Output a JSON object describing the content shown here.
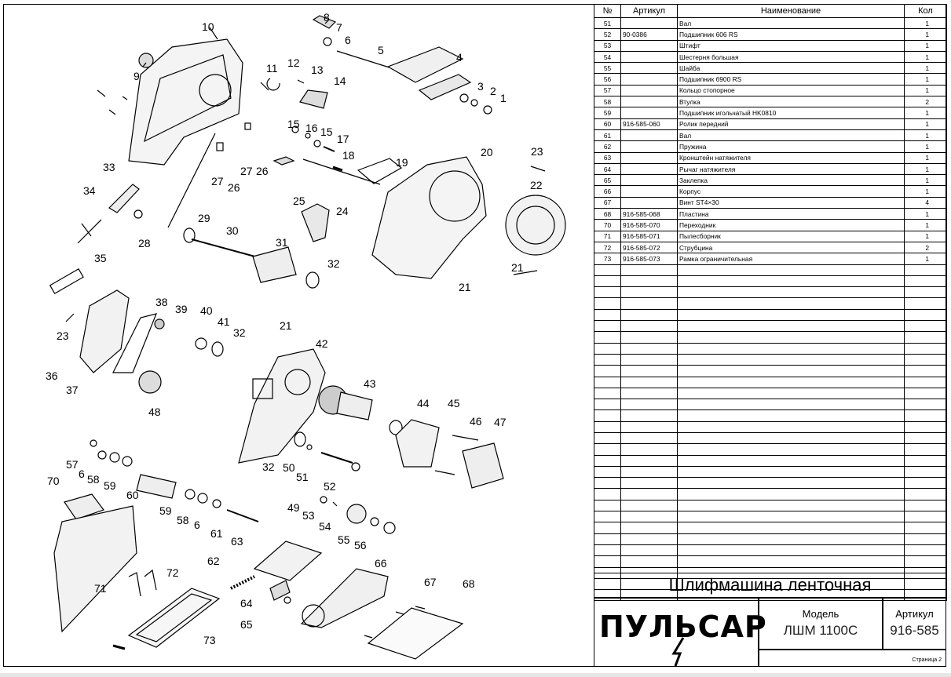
{
  "table": {
    "headers": {
      "no": "№",
      "article": "Артикул",
      "name": "Наименование",
      "qty": "Кол"
    },
    "rows": [
      {
        "no": "51",
        "article": "",
        "name": "Вал",
        "qty": "1"
      },
      {
        "no": "52",
        "article": "90-0386",
        "name": "Подшипник 606 RS",
        "qty": "1"
      },
      {
        "no": "53",
        "article": "",
        "name": "Штифт",
        "qty": "1"
      },
      {
        "no": "54",
        "article": "",
        "name": "Шестерня большая",
        "qty": "1"
      },
      {
        "no": "55",
        "article": "",
        "name": "Шайба",
        "qty": "1"
      },
      {
        "no": "56",
        "article": "",
        "name": "Подшипник 6900 RS",
        "qty": "1"
      },
      {
        "no": "57",
        "article": "",
        "name": "Кольцо стопорное",
        "qty": "1"
      },
      {
        "no": "58",
        "article": "",
        "name": "Втулка",
        "qty": "2"
      },
      {
        "no": "59",
        "article": "",
        "name": "Подшипник игольчатый HK0810",
        "qty": "1"
      },
      {
        "no": "60",
        "article": "916-585-060",
        "name": "Ролик передний",
        "qty": "1"
      },
      {
        "no": "61",
        "article": "",
        "name": "Вал",
        "qty": "1"
      },
      {
        "no": "62",
        "article": "",
        "name": "Пружина",
        "qty": "1"
      },
      {
        "no": "63",
        "article": "",
        "name": "Кронштейн натяжителя",
        "qty": "1"
      },
      {
        "no": "64",
        "article": "",
        "name": "Рычаг натяжителя",
        "qty": "1"
      },
      {
        "no": "65",
        "article": "",
        "name": "Заклепка",
        "qty": "1"
      },
      {
        "no": "66",
        "article": "",
        "name": "Корпус",
        "qty": "1"
      },
      {
        "no": "67",
        "article": "",
        "name": "Винт ST4×30",
        "qty": "4"
      },
      {
        "no": "68",
        "article": "916-585-068",
        "name": "Пластина",
        "qty": "1"
      },
      {
        "no": "70",
        "article": "916-585-070",
        "name": "Переходник",
        "qty": "1"
      },
      {
        "no": "71",
        "article": "916-585-071",
        "name": "Пылесборник",
        "qty": "1"
      },
      {
        "no": "72",
        "article": "916-585-072",
        "name": "Струбцина",
        "qty": "2"
      },
      {
        "no": "73",
        "article": "916-585-073",
        "name": "Рамка ограничительная",
        "qty": "1"
      }
    ]
  },
  "title_block": {
    "title": "Шлифмашина ленточная",
    "brand": "ПУЛЬСАР",
    "model_caption": "Модель",
    "model": "ЛШМ 1100С",
    "article_caption": "Артикул",
    "article": "916-585",
    "page": "Страница 2"
  },
  "diagram": {
    "callouts": [
      "10",
      "8",
      "7",
      "6",
      "9",
      "11",
      "12",
      "13",
      "14",
      "5",
      "4",
      "3",
      "2",
      "1",
      "15",
      "16",
      "15",
      "17",
      "18",
      "19",
      "20",
      "23",
      "22",
      "27",
      "26",
      "27",
      "26",
      "25",
      "24",
      "33",
      "34",
      "28",
      "29",
      "30",
      "31",
      "32",
      "21",
      "21",
      "35",
      "23",
      "36",
      "37",
      "38",
      "39",
      "40",
      "41",
      "32",
      "21",
      "42",
      "43",
      "48",
      "44",
      "45",
      "46",
      "47",
      "57",
      "6",
      "58",
      "59",
      "60",
      "70",
      "59",
      "58",
      "6",
      "61",
      "32",
      "50",
      "51",
      "52",
      "49",
      "53",
      "54",
      "55",
      "56",
      "63",
      "62",
      "64",
      "65",
      "66",
      "67",
      "68",
      "72",
      "71",
      "73"
    ]
  }
}
